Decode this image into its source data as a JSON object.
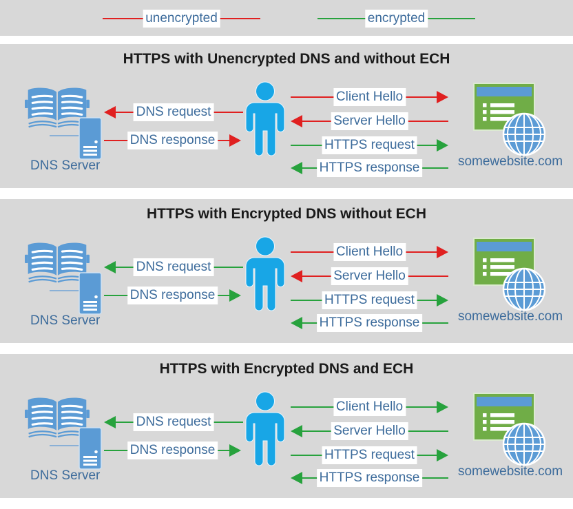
{
  "colors": {
    "panel_bg": "#d8d8d8",
    "title_text": "#1a1a1a",
    "label_text": "#3c6b9b",
    "unencrypted_red": "#e02020",
    "encrypted_green": "#27a23d",
    "dns_icon_blue": "#5b9bd5",
    "person_blue": "#18a6e6",
    "site_green": "#70ad47"
  },
  "legend": {
    "items": [
      {
        "label": "unencrypted",
        "color": "#e02020"
      },
      {
        "label": "encrypted",
        "color": "#27a23d"
      }
    ]
  },
  "panels": [
    {
      "title": "HTTPS with Unencrypted DNS and without ECH",
      "dns_server_label": "DNS Server",
      "website_label": "somewebsite.com",
      "dns_arrows": [
        {
          "label": "DNS request",
          "direction": "left",
          "color": "#e02020"
        },
        {
          "label": "DNS response",
          "direction": "right",
          "color": "#e02020"
        }
      ],
      "web_arrows": [
        {
          "label": "Client Hello",
          "direction": "right",
          "color": "#e02020"
        },
        {
          "label": "Server Hello",
          "direction": "left",
          "color": "#e02020"
        },
        {
          "label": "HTTPS request",
          "direction": "right",
          "color": "#27a23d"
        },
        {
          "label": "HTTPS response",
          "direction": "left",
          "color": "#27a23d"
        }
      ]
    },
    {
      "title": "HTTPS with Encrypted DNS without ECH",
      "dns_server_label": "DNS Server",
      "website_label": "somewebsite.com",
      "dns_arrows": [
        {
          "label": "DNS request",
          "direction": "left",
          "color": "#27a23d"
        },
        {
          "label": "DNS response",
          "direction": "right",
          "color": "#27a23d"
        }
      ],
      "web_arrows": [
        {
          "label": "Client Hello",
          "direction": "right",
          "color": "#e02020"
        },
        {
          "label": "Server Hello",
          "direction": "left",
          "color": "#e02020"
        },
        {
          "label": "HTTPS request",
          "direction": "right",
          "color": "#27a23d"
        },
        {
          "label": "HTTPS response",
          "direction": "left",
          "color": "#27a23d"
        }
      ]
    },
    {
      "title": "HTTPS with Encrypted DNS and ECH",
      "dns_server_label": "DNS Server",
      "website_label": "somewebsite.com",
      "dns_arrows": [
        {
          "label": "DNS request",
          "direction": "left",
          "color": "#27a23d"
        },
        {
          "label": "DNS response",
          "direction": "right",
          "color": "#27a23d"
        }
      ],
      "web_arrows": [
        {
          "label": "Client Hello",
          "direction": "right",
          "color": "#27a23d"
        },
        {
          "label": "Server Hello",
          "direction": "left",
          "color": "#27a23d"
        },
        {
          "label": "HTTPS request",
          "direction": "right",
          "color": "#27a23d"
        },
        {
          "label": "HTTPS response",
          "direction": "left",
          "color": "#27a23d"
        }
      ]
    }
  ]
}
